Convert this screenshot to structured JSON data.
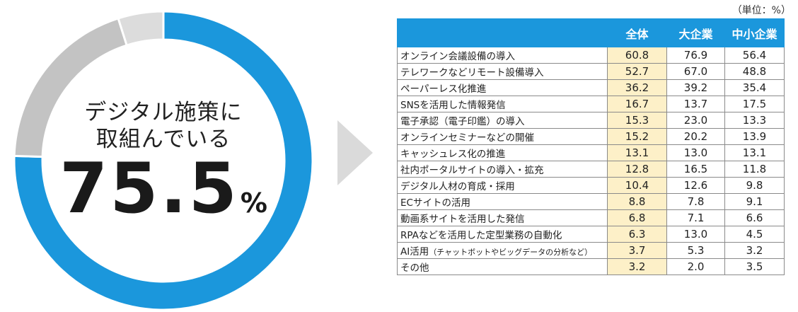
{
  "chart_data": [
    {
      "type": "pie",
      "labels": [
        "デジタル施策に取組んでいる"
      ],
      "values": [
        75.5
      ],
      "colors": {
        "highlight": "#1b97dc",
        "other": "#c3c3c3",
        "other_light": "#dcdcdc"
      }
    },
    {
      "type": "table",
      "unit": "（単位：%）",
      "columns": [
        "全体",
        "大企業",
        "中小企業"
      ],
      "rows": [
        {
          "label": "オンライン会議設備の導入",
          "values": [
            "60.8",
            "76.9",
            "56.4"
          ]
        },
        {
          "label": "テレワークなどリモート設備導入",
          "values": [
            "52.7",
            "67.0",
            "48.8"
          ]
        },
        {
          "label": "ペーパーレス化推進",
          "values": [
            "36.2",
            "39.2",
            "35.4"
          ]
        },
        {
          "label": "SNSを活用した情報発信",
          "values": [
            "16.7",
            "13.7",
            "17.5"
          ]
        },
        {
          "label": "電子承認（電子印鑑）の導入",
          "values": [
            "15.3",
            "23.0",
            "13.3"
          ]
        },
        {
          "label": "オンラインセミナーなどの開催",
          "values": [
            "15.2",
            "20.2",
            "13.9"
          ]
        },
        {
          "label": "キャッシュレス化の推進",
          "values": [
            "13.1",
            "13.0",
            "13.1"
          ]
        },
        {
          "label": "社内ポータルサイトの導入・拡充",
          "values": [
            "12.8",
            "16.5",
            "11.8"
          ]
        },
        {
          "label": "デジタル人材の育成・採用",
          "values": [
            "10.4",
            "12.6",
            "9.8"
          ]
        },
        {
          "label": "ECサイトの活用",
          "values": [
            "8.8",
            "7.8",
            "9.1"
          ]
        },
        {
          "label": "動画系サイトを活用した発信",
          "values": [
            "6.8",
            "7.1",
            "6.6"
          ]
        },
        {
          "label": "RPAなどを活用した定型業務の自動化",
          "values": [
            "6.3",
            "13.0",
            "4.5"
          ]
        },
        {
          "label": "AI活用",
          "sublabel": "（チャットボットやビッグデータの分析など）",
          "values": [
            "3.7",
            "5.3",
            "3.2"
          ]
        },
        {
          "label": "その他",
          "values": [
            "3.2",
            "2.0",
            "3.5"
          ]
        }
      ],
      "highlight_column": "全体",
      "colors": {
        "header": "#1b97dc",
        "highlight": "#fdf0c8",
        "border": "#8a8a8a"
      }
    }
  ],
  "donut_text": {
    "line1": "デジタル施策に",
    "line2": "取組んでいる",
    "value": "75.5",
    "percent": "%"
  }
}
